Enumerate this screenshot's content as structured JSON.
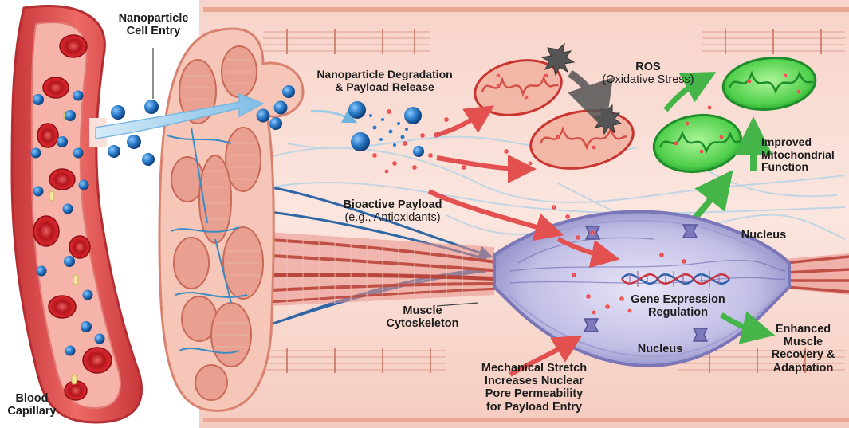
{
  "labels": {
    "nanoparticle_entry": "Nanoparticle\nCell Entry",
    "degradation": "Nanoparticle Degradation\n& Payload Release",
    "ros_title": "ROS",
    "ros_sub": "(Oxidative Stress)",
    "improved": "Improved\nMitochondrial\nFunction",
    "payload_title": "Bioactive Payload",
    "payload_sub": "(e.g., Antioxidants)",
    "nucleus_top": "Nucleus",
    "nucleus_bottom": "Nucleus",
    "gene": "Gene Expression\nRegulation",
    "cytoskeleton": "Muscle\nCytoskeleton",
    "enhanced": "Enhanced\nMuscle\nRecovery &\nAdaptation",
    "mechanical": "Mechanical Stretch\nIncreases Nuclear\nPore Permeability\nfor Payload Entry",
    "capillary": "Blood\nCapillary"
  },
  "colors": {
    "capillary": "#e04f4f",
    "plasma": "#f6b6ad",
    "rbc": "#c9202a",
    "nanoparticle": "#1f6fb8",
    "payload_dot": "#e63333",
    "muscle": "#f1b9a8",
    "muscle_dark": "#b95448",
    "nucleus": "#b9b7e0",
    "healthy_mito": "#5ed45a",
    "arrow_red": "#e05050",
    "arrow_green": "#46b84a",
    "arrow_gray": "#555555",
    "arrow_blue": "#8ec6e8"
  }
}
